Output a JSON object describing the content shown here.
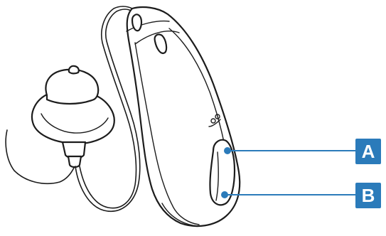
{
  "diagram": {
    "accent_color": "#2b7bba",
    "callouts": [
      {
        "label": "A",
        "target": "button-upper"
      },
      {
        "label": "B",
        "target": "button-lower"
      }
    ]
  }
}
